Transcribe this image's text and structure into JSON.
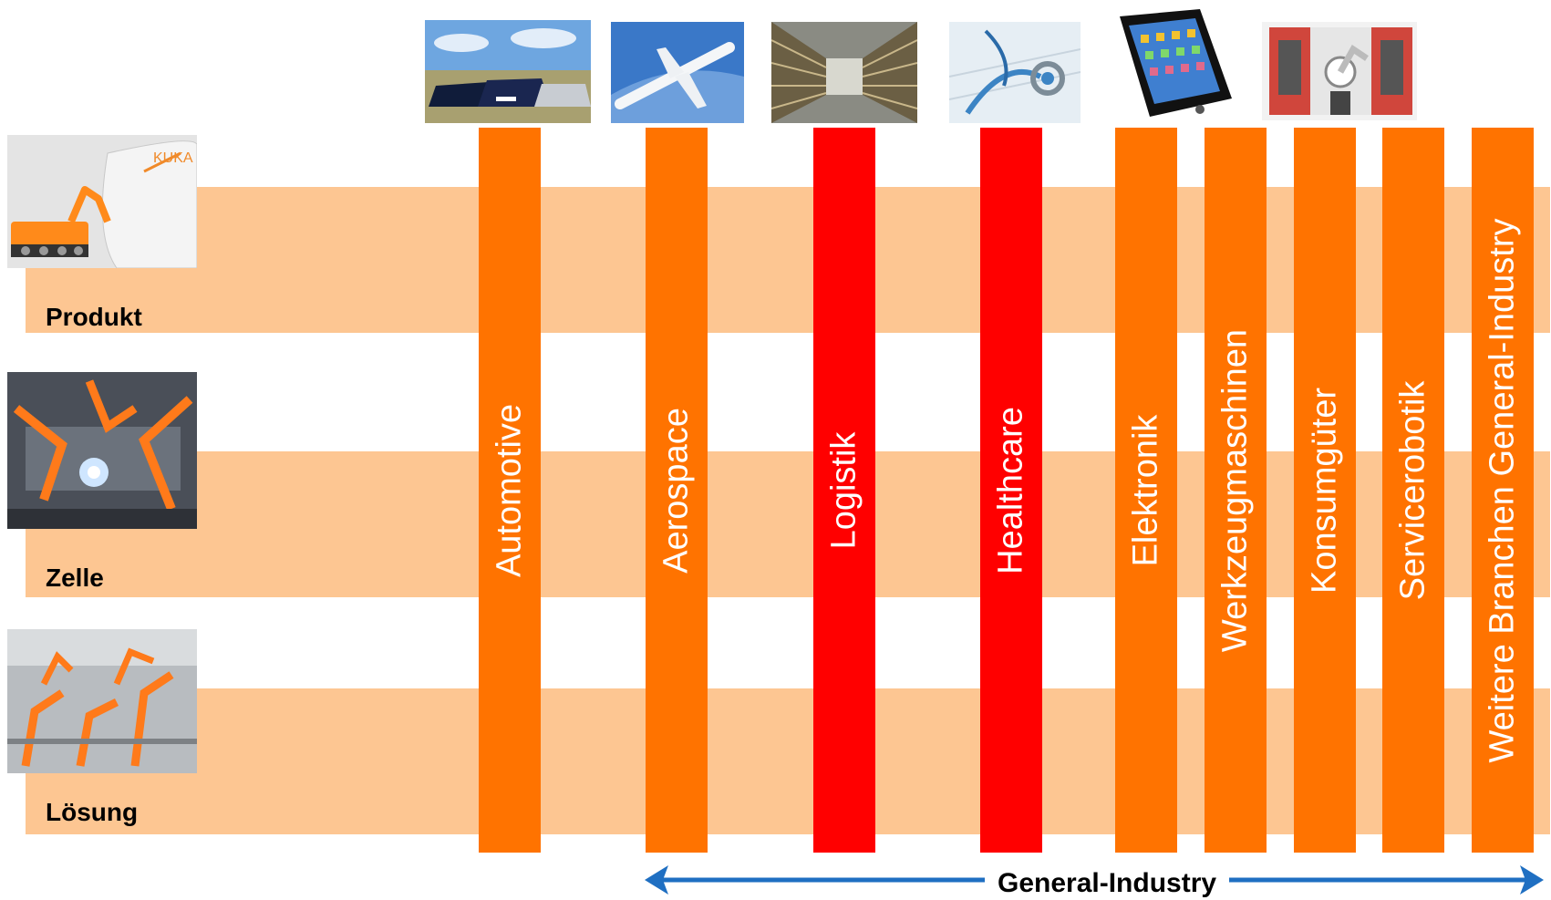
{
  "colors": {
    "band": "#fdc692",
    "column_orange": "#ff7300",
    "column_red": "#ff0000",
    "arrow": "#1f6fc2"
  },
  "rows": [
    {
      "label": "Produkt",
      "image": "robot-product-photo"
    },
    {
      "label": "Zelle",
      "image": "robot-cell-photo"
    },
    {
      "label": "Lösung",
      "image": "robot-line-photo"
    }
  ],
  "columns": [
    {
      "label": "Automotive",
      "color": "orange",
      "image": "cars-photo"
    },
    {
      "label": "Aerospace",
      "color": "orange",
      "image": "airplane-photo"
    },
    {
      "label": "Logistik",
      "color": "red",
      "image": "warehouse-photo"
    },
    {
      "label": "Healthcare",
      "color": "red",
      "image": "stethoscope-photo"
    },
    {
      "label": "Elektronik",
      "color": "orange",
      "image": "smartphone-photo"
    },
    {
      "label": "Werkzeugmaschinen",
      "color": "orange",
      "image": "machine-cell-photo"
    },
    {
      "label": "Konsumgüter",
      "color": "orange"
    },
    {
      "label": "Servicerobotik",
      "color": "orange"
    },
    {
      "label": "Weitere Branchen General-Industry",
      "color": "orange"
    }
  ],
  "general_industry": {
    "label": "General-Industry"
  }
}
